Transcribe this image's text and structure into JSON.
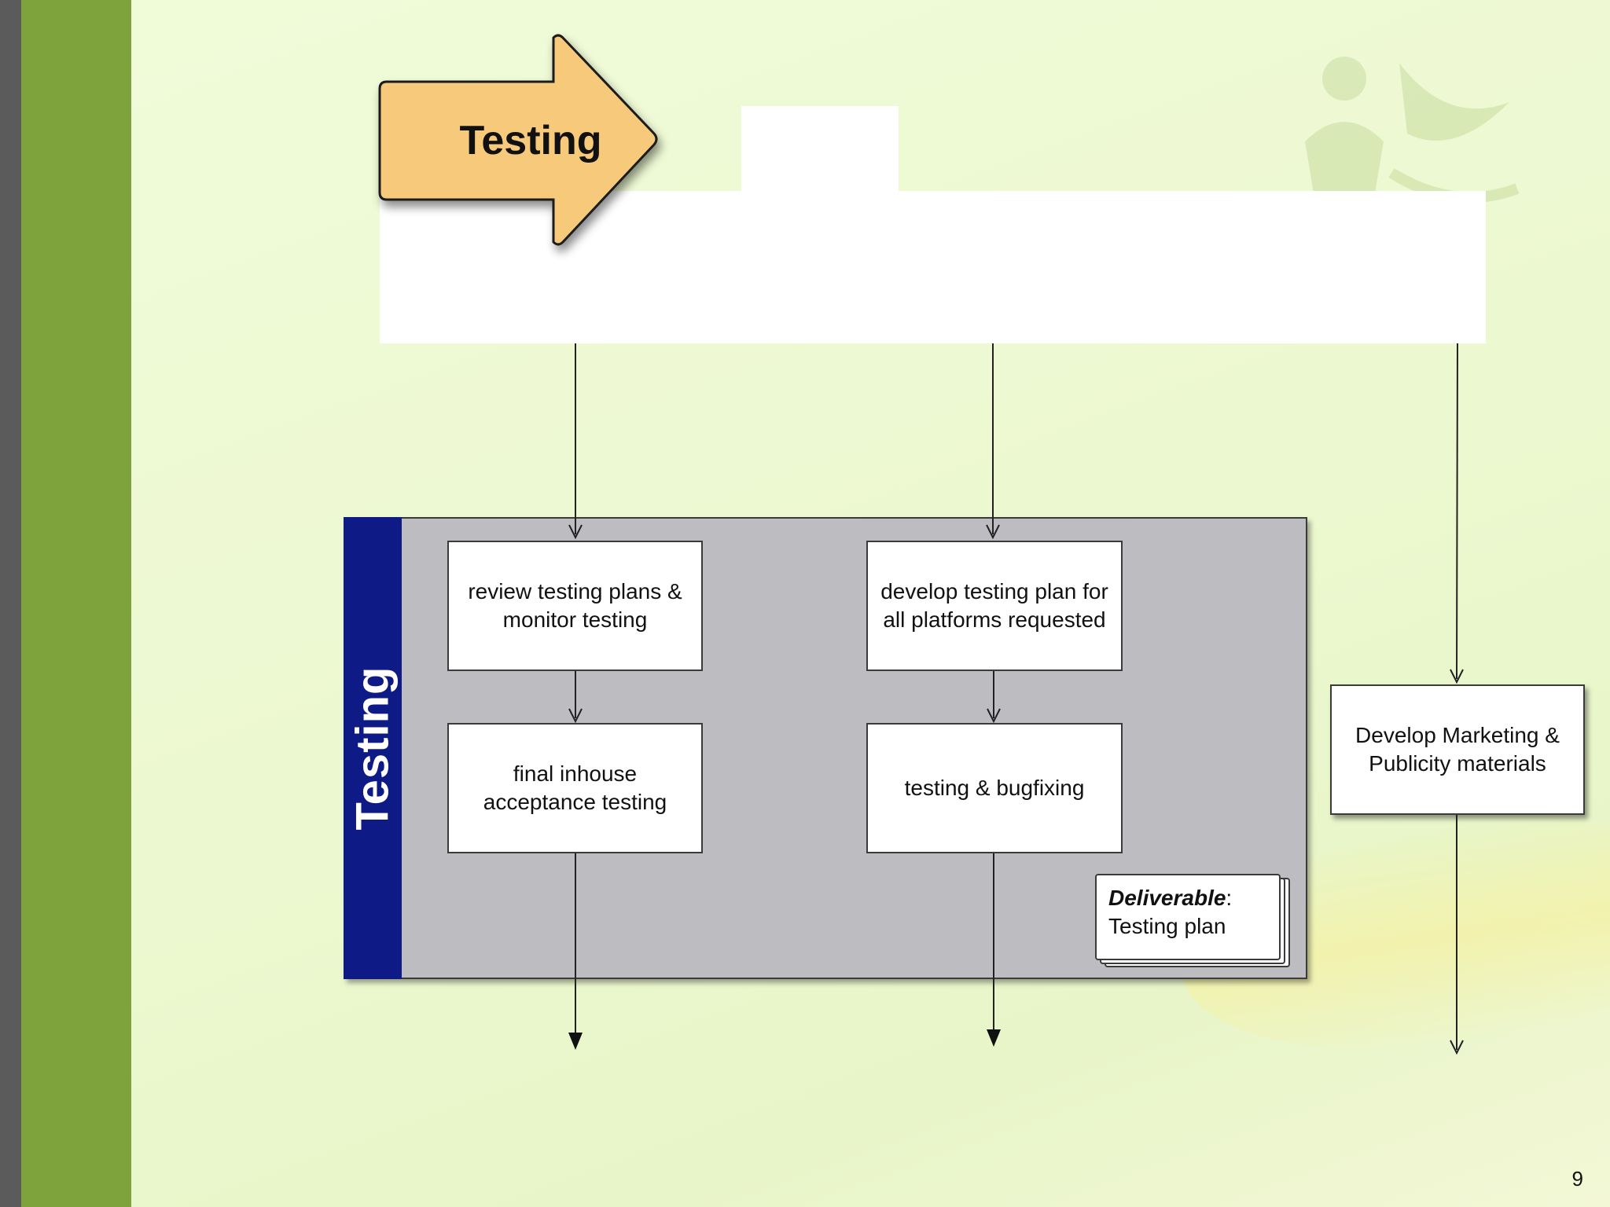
{
  "slide": {
    "page_number": "9"
  },
  "arrow_banner": {
    "label": "Testing"
  },
  "swimlane": {
    "title": "Testing",
    "col1": {
      "top": "review testing plans & monitor testing",
      "bottom": "final inhouse acceptance testing"
    },
    "col2": {
      "top": "develop testing plan for all platforms requested",
      "bottom": "testing & bugfixing"
    },
    "deliverable": {
      "label": "Deliverable",
      "colon": ":",
      "value": "Testing plan"
    }
  },
  "side_box": {
    "label": "Develop Marketing & Publicity materials"
  },
  "colors": {
    "lane_bar": "#0e1b87",
    "lane_fill": "#bdbcc0",
    "arrow_fill": "#f7c97a",
    "green_edge": "#7ea33c"
  }
}
